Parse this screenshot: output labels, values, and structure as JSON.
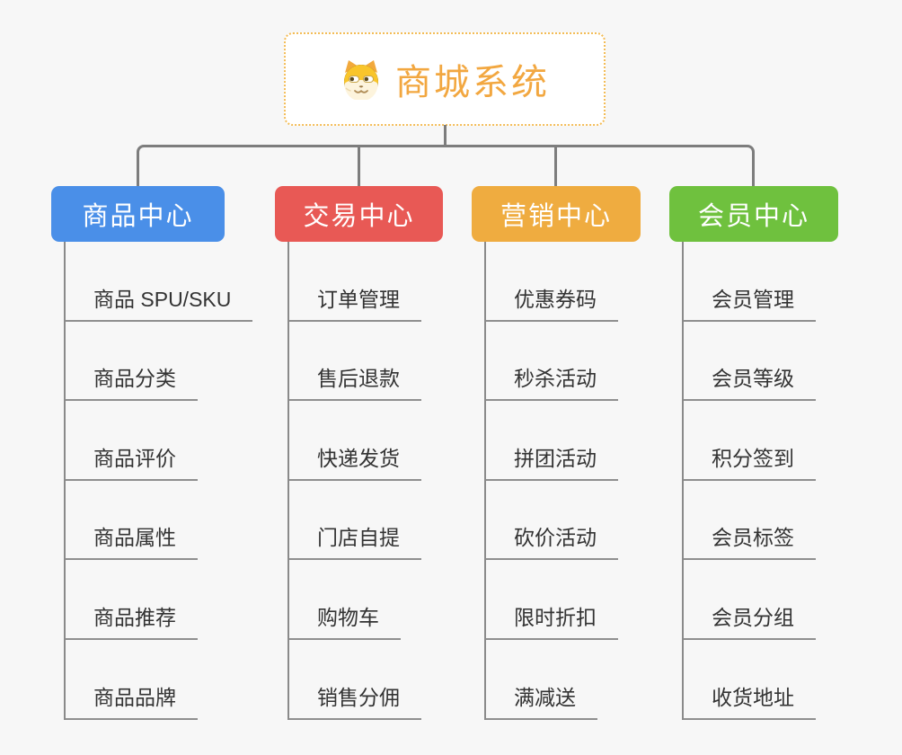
{
  "root": {
    "title": "商城系统",
    "icon": "dog-face-icon"
  },
  "branches": [
    {
      "label": "商品中心",
      "color": "#4a8fe8",
      "children": [
        "商品 SPU/SKU",
        "商品分类",
        "商品评价",
        "商品属性",
        "商品推荐",
        "商品品牌"
      ]
    },
    {
      "label": "交易中心",
      "color": "#e85955",
      "children": [
        "订单管理",
        "售后退款",
        "快递发货",
        "门店自提",
        "购物车",
        "销售分佣"
      ]
    },
    {
      "label": "营销中心",
      "color": "#efac40",
      "children": [
        "优惠券码",
        "秒杀活动",
        "拼团活动",
        "砍价活动",
        "限时折扣",
        "满减送"
      ]
    },
    {
      "label": "会员中心",
      "color": "#6fc13e",
      "children": [
        "会员管理",
        "会员等级",
        "积分签到",
        "会员标签",
        "会员分组",
        "收货地址"
      ]
    }
  ],
  "colors": {
    "background": "#f7f7f7",
    "connector": "#7d7d7d",
    "underline": "#8f8f8f",
    "item_text": "#333333",
    "root_title": "#f2a740",
    "root_border": "#f3bc56"
  }
}
